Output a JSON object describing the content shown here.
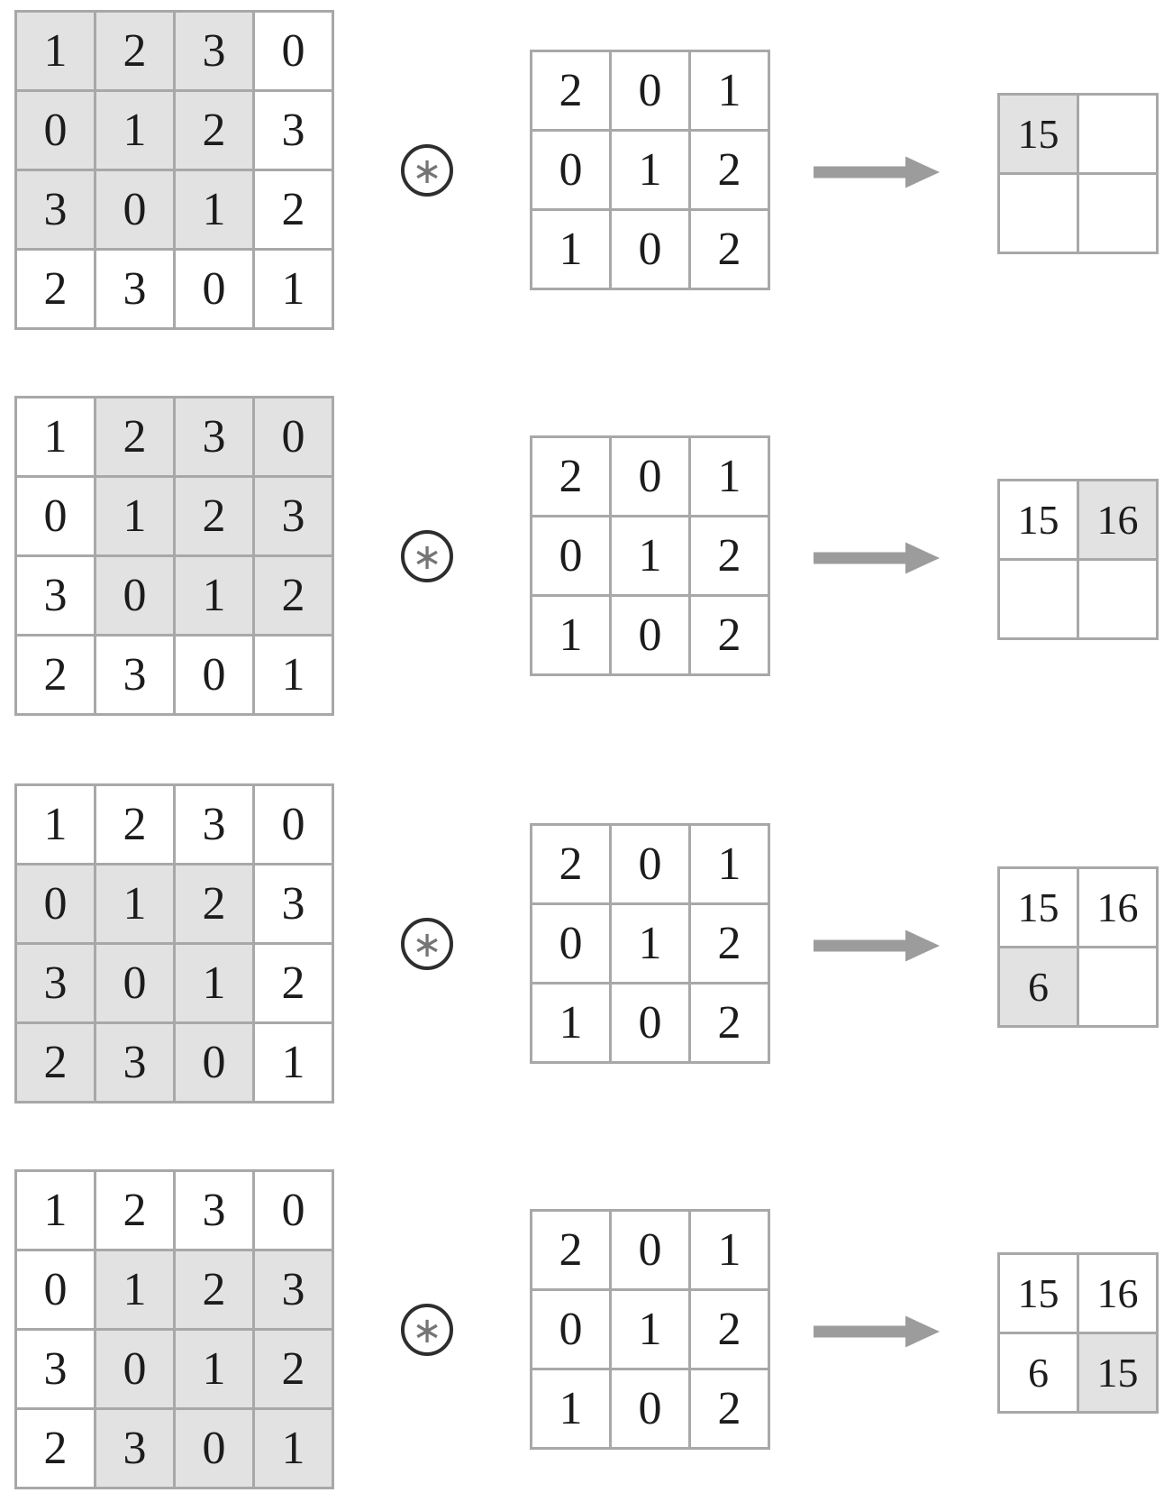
{
  "operator": "∗",
  "colors": {
    "highlight": "#e2e2e2",
    "grid_border": "#a8a8a8",
    "digit": "#1c1c1c",
    "arrow": "#9c9c9c",
    "operator_ring": "#2e2e2e",
    "operator_glyph": "#757575"
  },
  "steps": [
    {
      "input": {
        "rows": [
          [
            1,
            2,
            3,
            0
          ],
          [
            0,
            1,
            2,
            3
          ],
          [
            3,
            0,
            1,
            2
          ],
          [
            2,
            3,
            0,
            1
          ]
        ],
        "highlight": {
          "row_start": 0,
          "row_end": 2,
          "col_start": 0,
          "col_end": 2
        }
      },
      "kernel": {
        "rows": [
          [
            2,
            0,
            1
          ],
          [
            0,
            1,
            2
          ],
          [
            1,
            0,
            2
          ]
        ]
      },
      "output": {
        "rows": [
          [
            "15",
            ""
          ],
          [
            "",
            ""
          ]
        ],
        "highlight": {
          "row": 0,
          "col": 0
        }
      }
    },
    {
      "input": {
        "rows": [
          [
            1,
            2,
            3,
            0
          ],
          [
            0,
            1,
            2,
            3
          ],
          [
            3,
            0,
            1,
            2
          ],
          [
            2,
            3,
            0,
            1
          ]
        ],
        "highlight": {
          "row_start": 0,
          "row_end": 2,
          "col_start": 1,
          "col_end": 3
        }
      },
      "kernel": {
        "rows": [
          [
            2,
            0,
            1
          ],
          [
            0,
            1,
            2
          ],
          [
            1,
            0,
            2
          ]
        ]
      },
      "output": {
        "rows": [
          [
            "15",
            "16"
          ],
          [
            "",
            ""
          ]
        ],
        "highlight": {
          "row": 0,
          "col": 1
        }
      }
    },
    {
      "input": {
        "rows": [
          [
            1,
            2,
            3,
            0
          ],
          [
            0,
            1,
            2,
            3
          ],
          [
            3,
            0,
            1,
            2
          ],
          [
            2,
            3,
            0,
            1
          ]
        ],
        "highlight": {
          "row_start": 1,
          "row_end": 3,
          "col_start": 0,
          "col_end": 2
        }
      },
      "kernel": {
        "rows": [
          [
            2,
            0,
            1
          ],
          [
            0,
            1,
            2
          ],
          [
            1,
            0,
            2
          ]
        ]
      },
      "output": {
        "rows": [
          [
            "15",
            "16"
          ],
          [
            "6",
            ""
          ]
        ],
        "highlight": {
          "row": 1,
          "col": 0
        }
      }
    },
    {
      "input": {
        "rows": [
          [
            1,
            2,
            3,
            0
          ],
          [
            0,
            1,
            2,
            3
          ],
          [
            3,
            0,
            1,
            2
          ],
          [
            2,
            3,
            0,
            1
          ]
        ],
        "highlight": {
          "row_start": 1,
          "row_end": 3,
          "col_start": 1,
          "col_end": 3
        }
      },
      "kernel": {
        "rows": [
          [
            2,
            0,
            1
          ],
          [
            0,
            1,
            2
          ],
          [
            1,
            0,
            2
          ]
        ]
      },
      "output": {
        "rows": [
          [
            "15",
            "16"
          ],
          [
            "6",
            "15"
          ]
        ],
        "highlight": {
          "row": 1,
          "col": 1
        }
      }
    }
  ]
}
